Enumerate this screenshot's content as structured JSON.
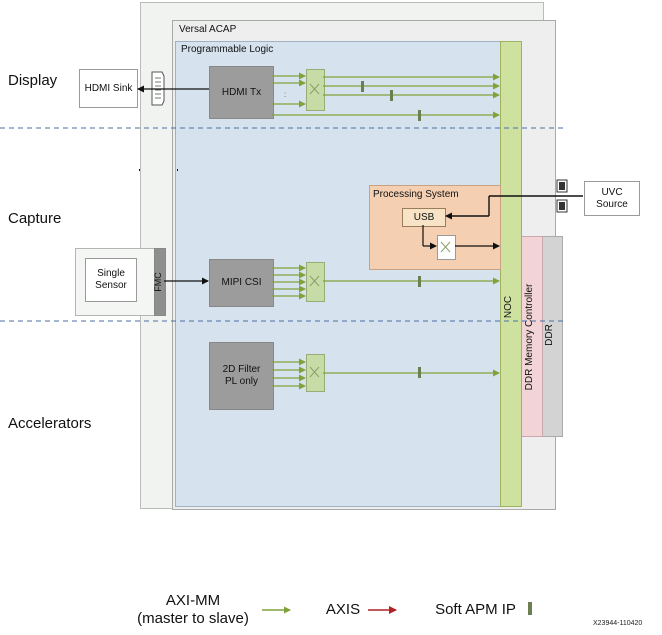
{
  "regions": {
    "display": "Display",
    "capture": "Capture",
    "accelerators": "Accelerators"
  },
  "device": {
    "acap_label": "Versal ACAP",
    "pl_label": "Programmable Logic",
    "noc_label": "NOC",
    "ddr_controller_label": "DDR Memory Controller",
    "ddr_label": "DDR"
  },
  "blocks": {
    "hdmi_sink": "HDMI Sink",
    "hdmi_tx": "HDMI Tx",
    "sensor_line1": "Single",
    "sensor_line2": "Sensor",
    "fmc": "FMC",
    "mipi_csi": "MIPI CSI",
    "filter_line1": "2D Filter",
    "filter_line2": "PL only",
    "processing_system": "Processing System",
    "usb": "USB",
    "uvc_line1": "UVC",
    "uvc_line2": "Source"
  },
  "legend": {
    "axi_mm_line1": "AXI-MM",
    "axi_mm_line2": "(master to slave)",
    "axis": "AXIS",
    "soft_apm": "Soft APM IP"
  },
  "figure_id": "X23944-110420",
  "colors": {
    "axi_mm_arrow": "#7fa33a",
    "axis_arrow": "#b22222",
    "apm_marker": "#6b7f52",
    "noc": "#cfe19f",
    "pl": "#d6e3ee",
    "ps": "#f4cfb1"
  }
}
